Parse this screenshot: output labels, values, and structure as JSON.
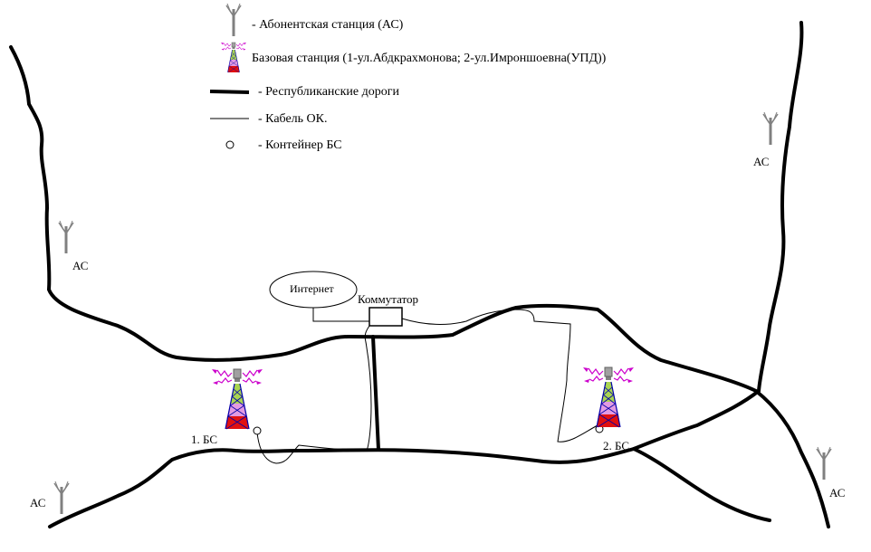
{
  "legend": {
    "subscriber_station": "- Абонентская станция (АС)",
    "base_station": "Базовая станция (1-ул.Абдкрахмонова; 2-ул.Имроншоевна(УПД))",
    "roads": "- Республиканские дороги",
    "cable": "- Кабель ОК.",
    "container": "- Контейнер БС"
  },
  "nodes": {
    "internet": "Интернет",
    "switch": "Коммутатор",
    "bs1": "1. БС",
    "bs2": "2. БС",
    "as_left_top": "АС",
    "as_left_bottom": "АС",
    "as_right_top": "АС",
    "as_right_bottom": "АС"
  },
  "colors": {
    "road": "#000000",
    "cable": "#000000",
    "tower_lines": "#0000aa",
    "tower_fill_top": "#9acd32",
    "tower_fill_mid": "#dd88dd",
    "tower_fill_bottom": "#e01010",
    "signal": "#cc00cc",
    "antenna": "#808080"
  }
}
